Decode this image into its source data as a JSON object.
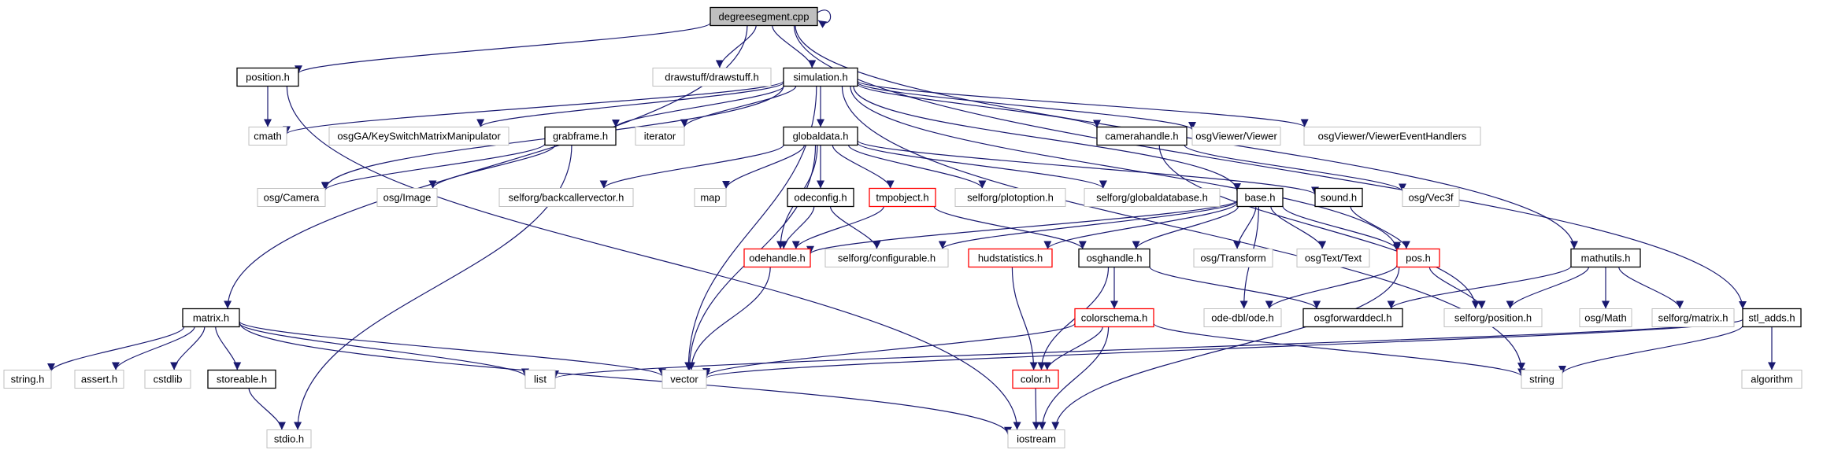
{
  "colors": {
    "edge": "#191970",
    "documented_border": "#000000",
    "external_border": "#bfbfbf",
    "incomplete_border": "#ff0000",
    "root_fill": "#bfbfbf",
    "text": "#000000"
  },
  "nodes": [
    {
      "id": "degreesegment",
      "label": "degreesegment.cpp",
      "kind": "root"
    },
    {
      "id": "position_h",
      "label": "position.h",
      "kind": "documented"
    },
    {
      "id": "drawstuff",
      "label": "drawstuff/drawstuff.h",
      "kind": "external"
    },
    {
      "id": "simulation_h",
      "label": "simulation.h",
      "kind": "documented"
    },
    {
      "id": "cmath",
      "label": "cmath",
      "kind": "external"
    },
    {
      "id": "osgGA_kssm",
      "label": "osgGA/KeySwitchMatrixManipulator",
      "kind": "external"
    },
    {
      "id": "grabframe_h",
      "label": "grabframe.h",
      "kind": "documented"
    },
    {
      "id": "iterator",
      "label": "iterator",
      "kind": "external"
    },
    {
      "id": "globaldata_h",
      "label": "globaldata.h",
      "kind": "documented"
    },
    {
      "id": "camerahandle_h",
      "label": "camerahandle.h",
      "kind": "documented"
    },
    {
      "id": "osgViewer_Viewer",
      "label": "osgViewer/Viewer",
      "kind": "external"
    },
    {
      "id": "osgViewer_VEH",
      "label": "osgViewer/ViewerEventHandlers",
      "kind": "external"
    },
    {
      "id": "osg_Camera",
      "label": "osg/Camera",
      "kind": "external"
    },
    {
      "id": "osg_Image",
      "label": "osg/Image",
      "kind": "external"
    },
    {
      "id": "backcaller",
      "label": "selforg/backcallervector.h",
      "kind": "external"
    },
    {
      "id": "map",
      "label": "map",
      "kind": "external"
    },
    {
      "id": "odeconfig_h",
      "label": "odeconfig.h",
      "kind": "documented"
    },
    {
      "id": "tmpobject_h",
      "label": "tmpobject.h",
      "kind": "incomplete"
    },
    {
      "id": "plotoption",
      "label": "selforg/plotoption.h",
      "kind": "external"
    },
    {
      "id": "globaldatabase",
      "label": "selforg/globaldatabase.h",
      "kind": "external"
    },
    {
      "id": "base_h",
      "label": "base.h",
      "kind": "documented"
    },
    {
      "id": "sound_h",
      "label": "sound.h",
      "kind": "documented"
    },
    {
      "id": "osg_Vec3f",
      "label": "osg/Vec3f",
      "kind": "external"
    },
    {
      "id": "odehandle_h",
      "label": "odehandle.h",
      "kind": "incomplete"
    },
    {
      "id": "configurable",
      "label": "selforg/configurable.h",
      "kind": "external"
    },
    {
      "id": "hudstatistics_h",
      "label": "hudstatistics.h",
      "kind": "incomplete"
    },
    {
      "id": "osghandle_h",
      "label": "osghandle.h",
      "kind": "documented"
    },
    {
      "id": "osg_Transform",
      "label": "osg/Transform",
      "kind": "external"
    },
    {
      "id": "osgText_Text",
      "label": "osgText/Text",
      "kind": "external"
    },
    {
      "id": "pos_h",
      "label": "pos.h",
      "kind": "incomplete"
    },
    {
      "id": "mathutils_h",
      "label": "mathutils.h",
      "kind": "documented"
    },
    {
      "id": "matrix_h",
      "label": "matrix.h",
      "kind": "documented"
    },
    {
      "id": "colorschema_h",
      "label": "colorschema.h",
      "kind": "incomplete"
    },
    {
      "id": "ode_dbl",
      "label": "ode-dbl/ode.h",
      "kind": "external"
    },
    {
      "id": "osgforwarddecl_h",
      "label": "osgforwarddecl.h",
      "kind": "documented"
    },
    {
      "id": "selforg_position",
      "label": "selforg/position.h",
      "kind": "external"
    },
    {
      "id": "osg_Math",
      "label": "osg/Math",
      "kind": "external"
    },
    {
      "id": "selforg_matrix",
      "label": "selforg/matrix.h",
      "kind": "external"
    },
    {
      "id": "stl_adds_h",
      "label": "stl_adds.h",
      "kind": "documented"
    },
    {
      "id": "string_h",
      "label": "string.h",
      "kind": "external"
    },
    {
      "id": "assert_h",
      "label": "assert.h",
      "kind": "external"
    },
    {
      "id": "cstdlib",
      "label": "cstdlib",
      "kind": "external"
    },
    {
      "id": "storeable_h",
      "label": "storeable.h",
      "kind": "documented"
    },
    {
      "id": "list",
      "label": "list",
      "kind": "external"
    },
    {
      "id": "vector",
      "label": "vector",
      "kind": "external"
    },
    {
      "id": "color_h",
      "label": "color.h",
      "kind": "incomplete"
    },
    {
      "id": "string",
      "label": "string",
      "kind": "external"
    },
    {
      "id": "algorithm",
      "label": "algorithm",
      "kind": "external"
    },
    {
      "id": "stdio_h",
      "label": "stdio.h",
      "kind": "external"
    },
    {
      "id": "iostream",
      "label": "iostream",
      "kind": "external"
    }
  ],
  "edges": [
    [
      "degreesegment",
      "degreesegment"
    ],
    [
      "degreesegment",
      "position_h"
    ],
    [
      "degreesegment",
      "drawstuff"
    ],
    [
      "degreesegment",
      "simulation_h"
    ],
    [
      "degreesegment",
      "matrix_h"
    ],
    [
      "degreesegment",
      "mathutils_h"
    ],
    [
      "degreesegment",
      "stl_adds_h"
    ],
    [
      "position_h",
      "cmath"
    ],
    [
      "position_h",
      "iostream"
    ],
    [
      "simulation_h",
      "cmath"
    ],
    [
      "simulation_h",
      "osgGA_kssm"
    ],
    [
      "simulation_h",
      "grabframe_h"
    ],
    [
      "simulation_h",
      "iterator"
    ],
    [
      "simulation_h",
      "globaldata_h"
    ],
    [
      "simulation_h",
      "camerahandle_h"
    ],
    [
      "simulation_h",
      "osgViewer_Viewer"
    ],
    [
      "simulation_h",
      "osgViewer_VEH"
    ],
    [
      "simulation_h",
      "osg_Camera"
    ],
    [
      "simulation_h",
      "vector"
    ],
    [
      "simulation_h",
      "base_h"
    ],
    [
      "simulation_h",
      "pos_h"
    ],
    [
      "simulation_h",
      "string"
    ],
    [
      "grabframe_h",
      "osg_Camera"
    ],
    [
      "grabframe_h",
      "osg_Image"
    ],
    [
      "grabframe_h",
      "stdio_h"
    ],
    [
      "globaldata_h",
      "backcaller"
    ],
    [
      "globaldata_h",
      "map"
    ],
    [
      "globaldata_h",
      "odeconfig_h"
    ],
    [
      "globaldata_h",
      "tmpobject_h"
    ],
    [
      "globaldata_h",
      "plotoption"
    ],
    [
      "globaldata_h",
      "globaldatabase"
    ],
    [
      "globaldata_h",
      "sound_h"
    ],
    [
      "globaldata_h",
      "odehandle_h"
    ],
    [
      "globaldata_h",
      "vector"
    ],
    [
      "camerahandle_h",
      "osg_Vec3f"
    ],
    [
      "camerahandle_h",
      "selforg_position"
    ],
    [
      "odeconfig_h",
      "odehandle_h"
    ],
    [
      "odeconfig_h",
      "configurable"
    ],
    [
      "tmpobject_h",
      "odehandle_h"
    ],
    [
      "tmpobject_h",
      "osghandle_h"
    ],
    [
      "base_h",
      "odehandle_h"
    ],
    [
      "base_h",
      "configurable"
    ],
    [
      "base_h",
      "hudstatistics_h"
    ],
    [
      "base_h",
      "osghandle_h"
    ],
    [
      "base_h",
      "osg_Transform"
    ],
    [
      "base_h",
      "osgText_Text"
    ],
    [
      "base_h",
      "ode_dbl"
    ],
    [
      "base_h",
      "pos_h"
    ],
    [
      "sound_h",
      "pos_h"
    ],
    [
      "odehandle_h",
      "vector"
    ],
    [
      "hudstatistics_h",
      "color_h"
    ],
    [
      "osghandle_h",
      "colorschema_h"
    ],
    [
      "osghandle_h",
      "color_h"
    ],
    [
      "osghandle_h",
      "osgforwarddecl_h"
    ],
    [
      "pos_h",
      "ode_dbl"
    ],
    [
      "pos_h",
      "selforg_position"
    ],
    [
      "pos_h",
      "iostream"
    ],
    [
      "colorschema_h",
      "vector"
    ],
    [
      "colorschema_h",
      "color_h"
    ],
    [
      "colorschema_h",
      "iostream"
    ],
    [
      "colorschema_h",
      "string"
    ],
    [
      "color_h",
      "iostream"
    ],
    [
      "mathutils_h",
      "osgforwarddecl_h"
    ],
    [
      "mathutils_h",
      "selforg_position"
    ],
    [
      "mathutils_h",
      "osg_Math"
    ],
    [
      "mathutils_h",
      "selforg_matrix"
    ],
    [
      "matrix_h",
      "string_h"
    ],
    [
      "matrix_h",
      "assert_h"
    ],
    [
      "matrix_h",
      "cstdlib"
    ],
    [
      "matrix_h",
      "storeable_h"
    ],
    [
      "matrix_h",
      "list"
    ],
    [
      "matrix_h",
      "vector"
    ],
    [
      "matrix_h",
      "iostream"
    ],
    [
      "storeable_h",
      "stdio_h"
    ],
    [
      "stl_adds_h",
      "list"
    ],
    [
      "stl_adds_h",
      "vector"
    ],
    [
      "stl_adds_h",
      "string"
    ],
    [
      "stl_adds_h",
      "algorithm"
    ]
  ]
}
